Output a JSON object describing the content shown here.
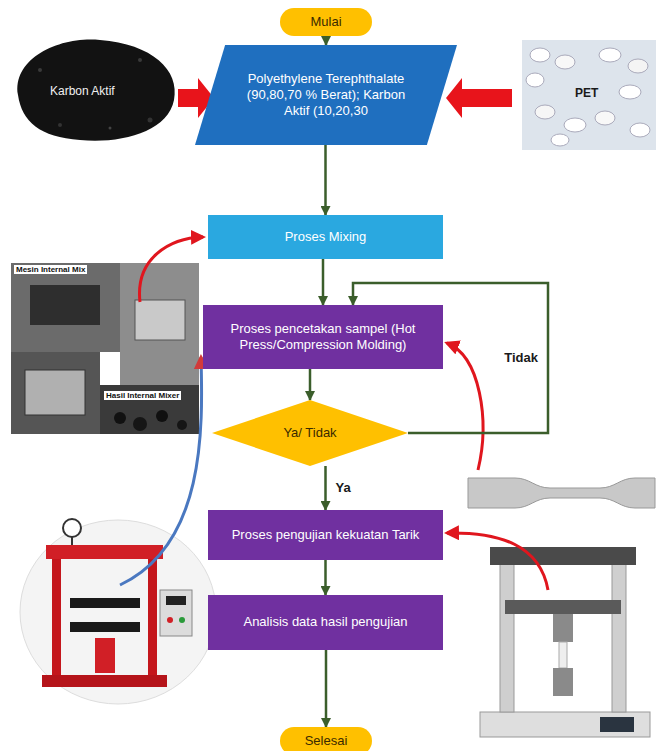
{
  "diagram": {
    "nodes": [
      {
        "text": [
          "Mulai"
        ]
      },
      {
        "text": [
          "Polyethylene Terephthalate (90,80,70 % Berat); Karbon Aktif (10,20,30"
        ]
      },
      {
        "text": [
          "Proses Mixing"
        ]
      },
      {
        "text": [
          "Proses pencetakan sampel (Hot Press/Compression Molding)"
        ]
      },
      {
        "text": [
          "Ya/ Tidak"
        ]
      },
      {
        "text": [
          "Proses pengujian kekuatan Tarik"
        ]
      },
      {
        "text": [
          "Analisis data hasil pengujian"
        ]
      },
      {
        "text": [
          "Selesai"
        ]
      }
    ],
    "edges": [
      {
        "from": 0,
        "to": 1,
        "arrow": "to"
      },
      {
        "from": 1,
        "to": 2,
        "arrow": "to"
      },
      {
        "from": 2,
        "to": 3,
        "arrow": "to"
      },
      {
        "from": 3,
        "to": 4,
        "arrow": "to"
      },
      {
        "from": 4,
        "to": 3,
        "label": "Tidak",
        "arrow": "to"
      },
      {
        "from": 4,
        "to": 5,
        "label": "Ya",
        "arrow": "to"
      },
      {
        "from": 5,
        "to": 6,
        "arrow": "to"
      },
      {
        "from": 6,
        "to": 7,
        "arrow": "to"
      }
    ],
    "labels": [
      "Karbon Aktif",
      "PET",
      "Mesin Internal Mix",
      "Hasil Internal Mixer"
    ]
  }
}
